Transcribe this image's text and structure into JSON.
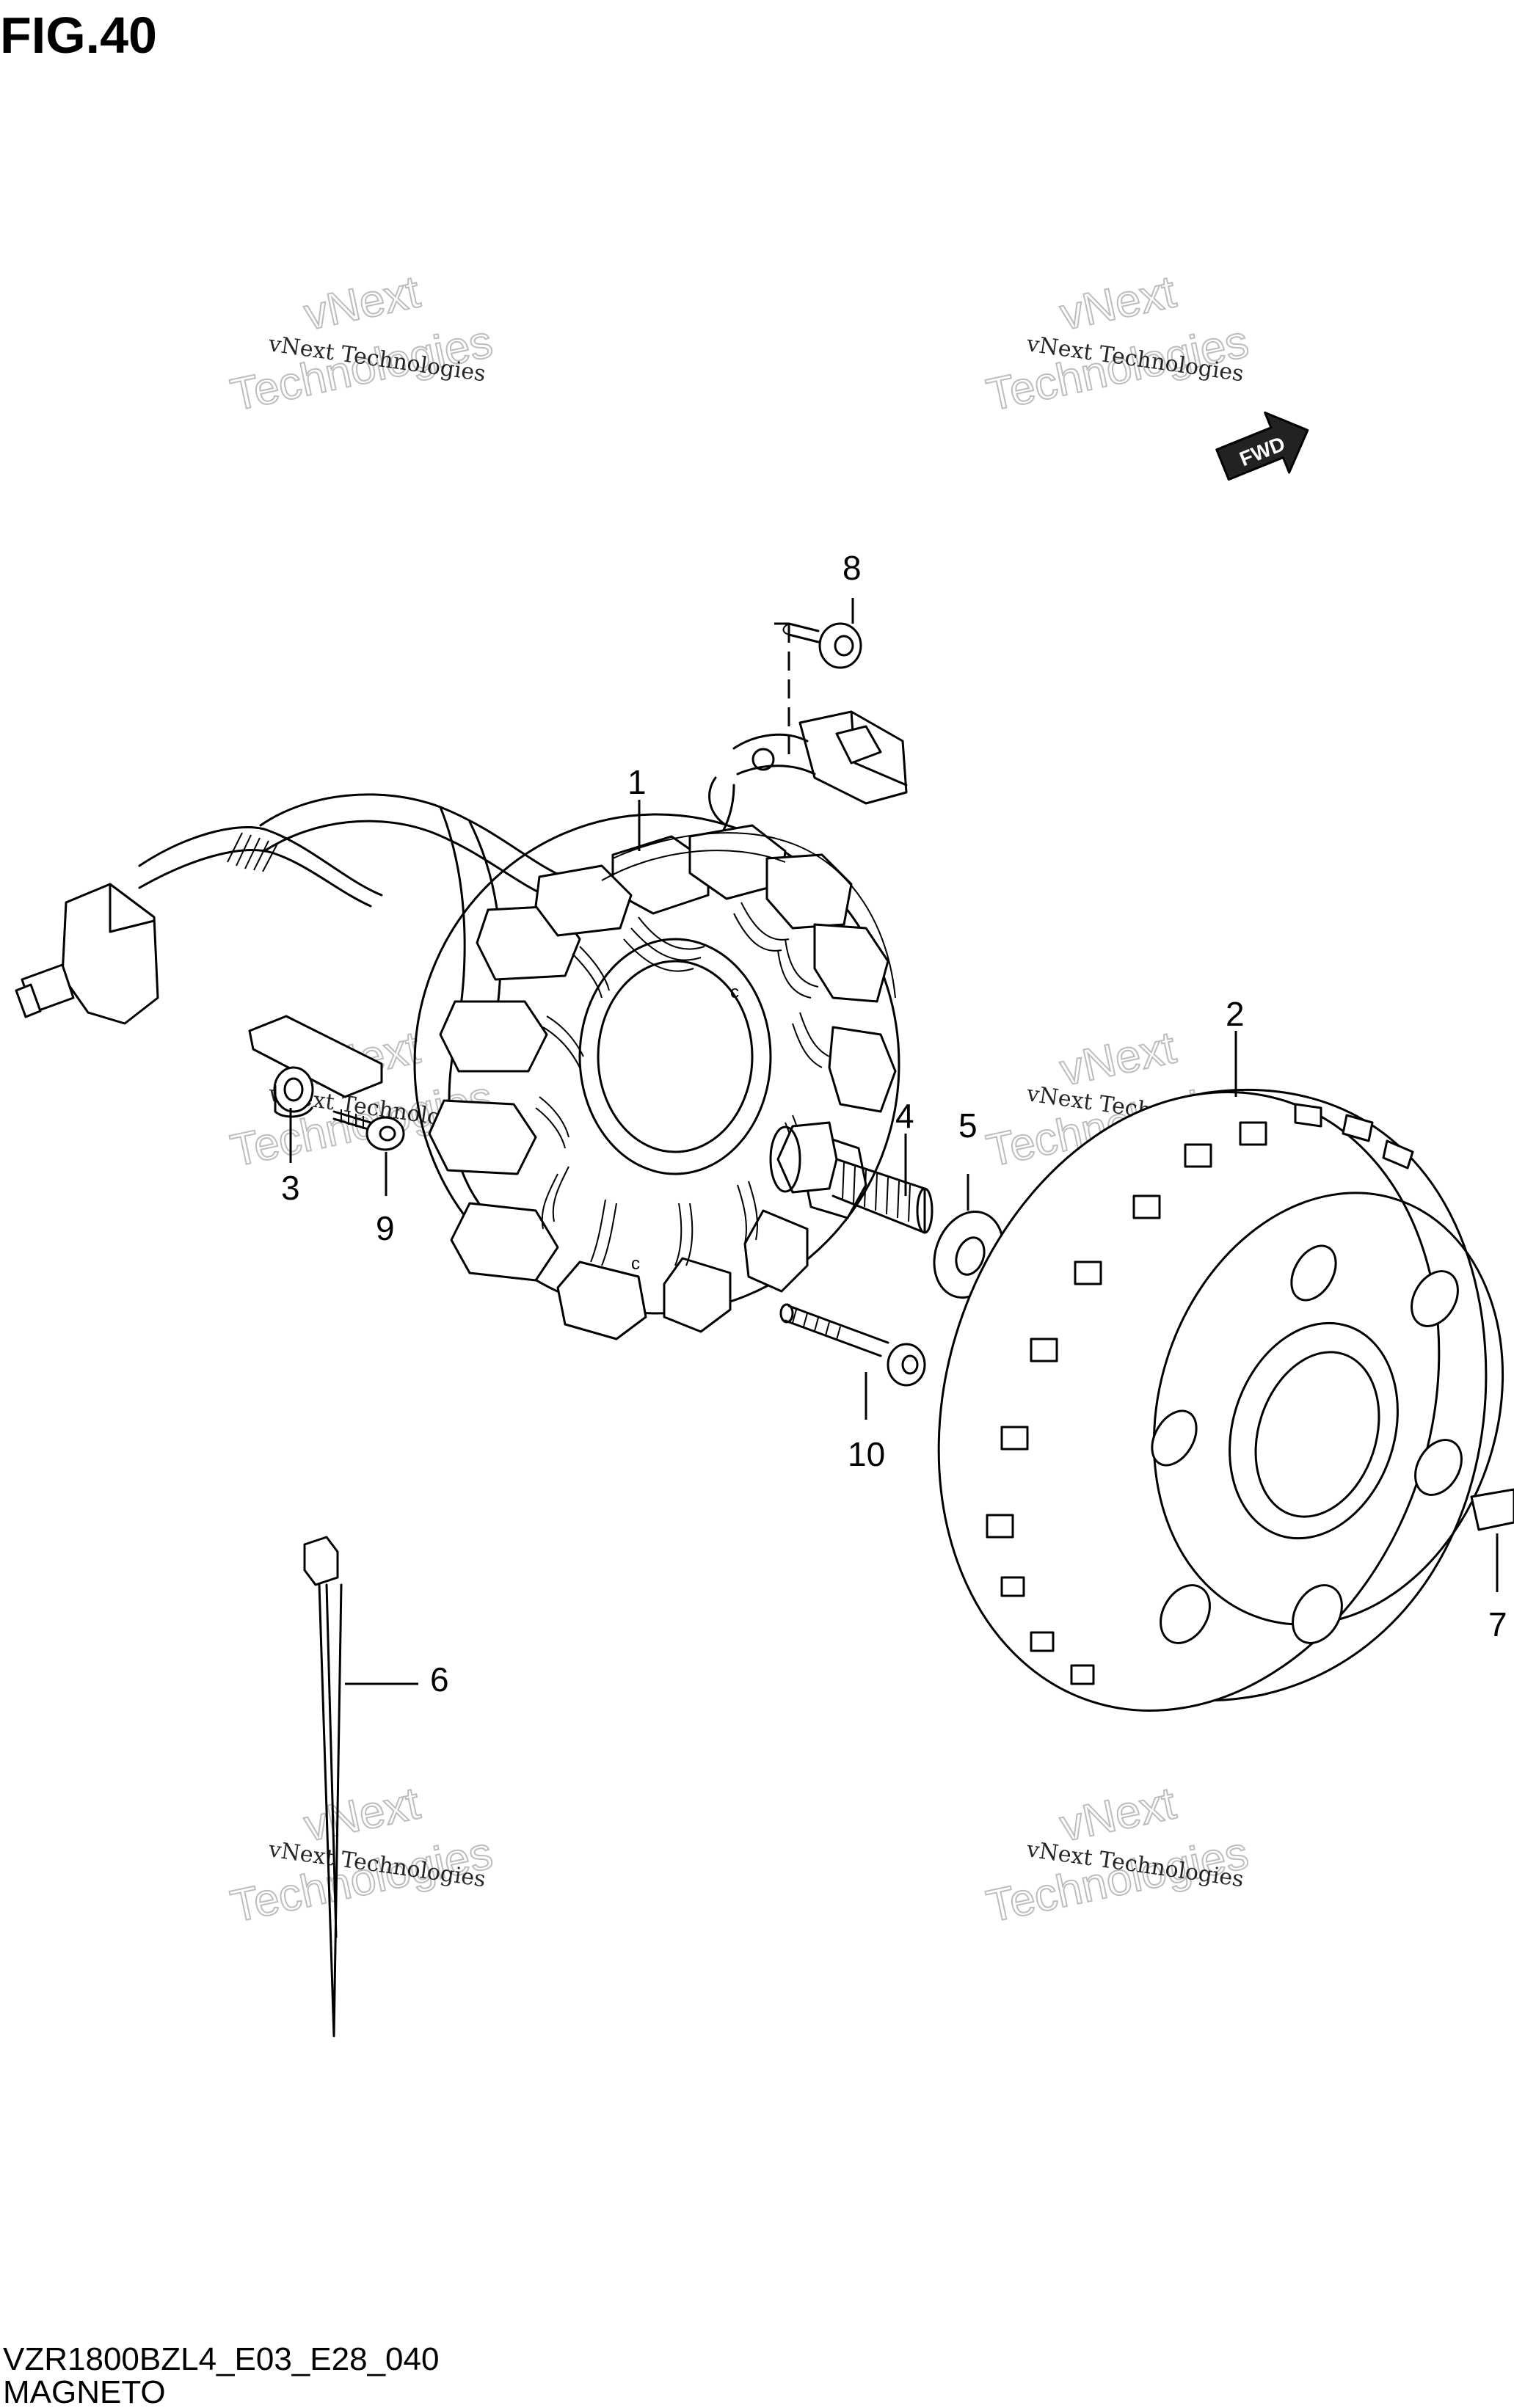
{
  "figure": {
    "title": "FIG.40",
    "model_code": "VZR1800BZL4_E03_E28_040",
    "section_name": "MAGNETO"
  },
  "fwd_label": "FWD",
  "watermark": {
    "line1": "vNext Technologies",
    "line2": "Technologies",
    "line3": "vNext"
  },
  "callouts": [
    "1",
    "2",
    "3",
    "4",
    "5",
    "6",
    "7",
    "8",
    "9",
    "10"
  ],
  "colors": {
    "ink": "#000000",
    "paper": "#ffffff",
    "watermark": "#bdbdbd"
  }
}
